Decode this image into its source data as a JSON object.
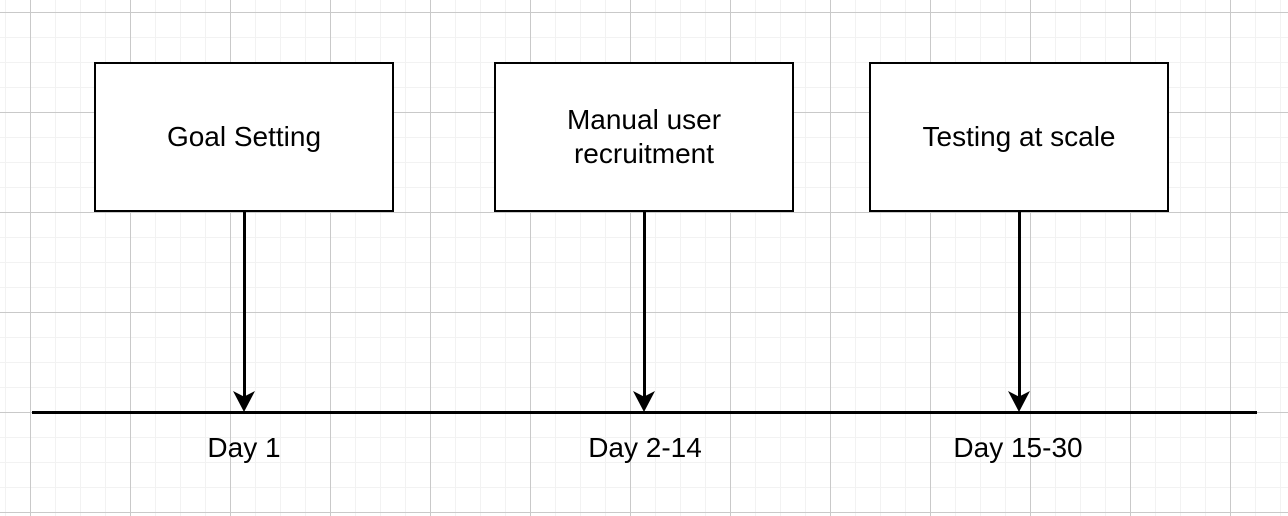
{
  "diagram": {
    "type": "timeline-flow",
    "nodes": [
      {
        "label": "Goal Setting",
        "day": "Day 1"
      },
      {
        "label": "Manual user recruitment",
        "day": "Day 2-14"
      },
      {
        "label": "Testing at scale",
        "day": "Day 15-30"
      }
    ],
    "colors": {
      "background": "#ffffff",
      "grid_minor": "#f2f2f2",
      "grid_major": "#c9c9c9",
      "shape_fill": "#ffffff",
      "shape_stroke": "#000000",
      "text": "#000000"
    }
  }
}
